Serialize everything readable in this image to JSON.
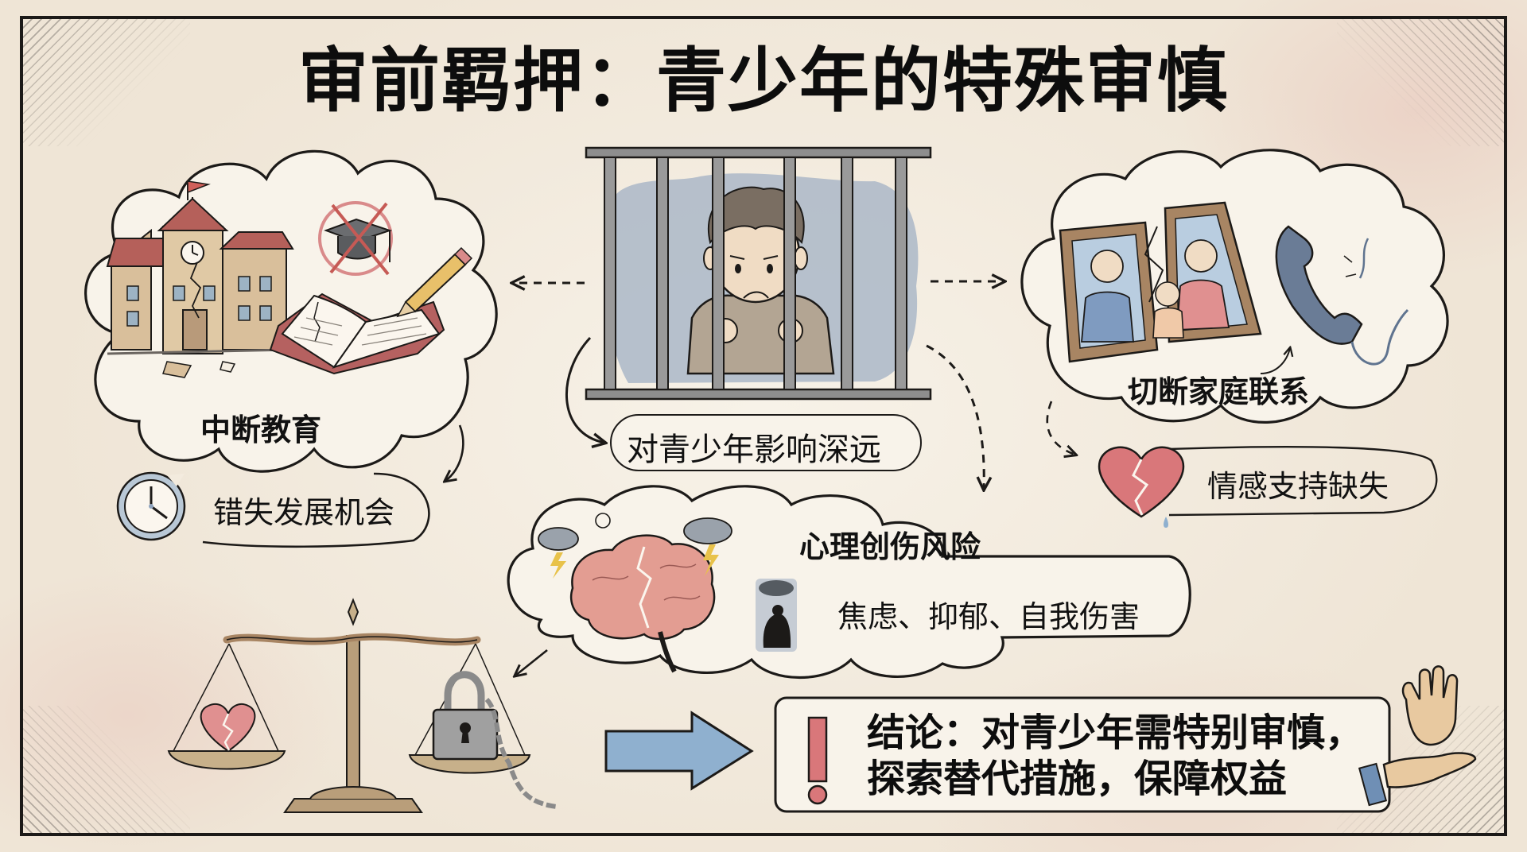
{
  "title": "审前羁押：青少年的特殊审慎",
  "center": {
    "label": "对青少年影响深远",
    "illustration": "child-behind-bars"
  },
  "education": {
    "title": "中断教育",
    "consequence": "错失发展机会",
    "icons": [
      "school-building-icon",
      "crossed-graduation-cap-icon",
      "torn-book-icon",
      "pencil-icon",
      "broken-clock-icon"
    ]
  },
  "family": {
    "title": "切断家庭联系",
    "consequence": "情感支持缺失",
    "icons": [
      "broken-family-photo-icon",
      "cut-telephone-icon",
      "broken-heart-icon"
    ]
  },
  "psychology": {
    "title": "心理创伤风险",
    "consequence": "焦虑、抑郁、自我伤害",
    "icons": [
      "cracked-brain-icon",
      "storm-cloud-icon",
      "sad-figure-icon"
    ]
  },
  "balance": {
    "left_pan": "broken-heart-icon",
    "right_pan": "padlock-chain-icon"
  },
  "conclusion": {
    "line1": "结论：对青少年需特别审慎，",
    "line2": "探索替代措施，保障权益",
    "marker": "exclamation-icon",
    "icons": [
      "stop-hand-icon",
      "open-hand-icon"
    ]
  },
  "colors": {
    "paper": "#f3ebde",
    "ink": "#1c1a18",
    "blue_wash": "#8fa3bd",
    "heart_red": "#d9777a",
    "wood": "#a88563",
    "arrow_blue": "#8fb0cf"
  }
}
